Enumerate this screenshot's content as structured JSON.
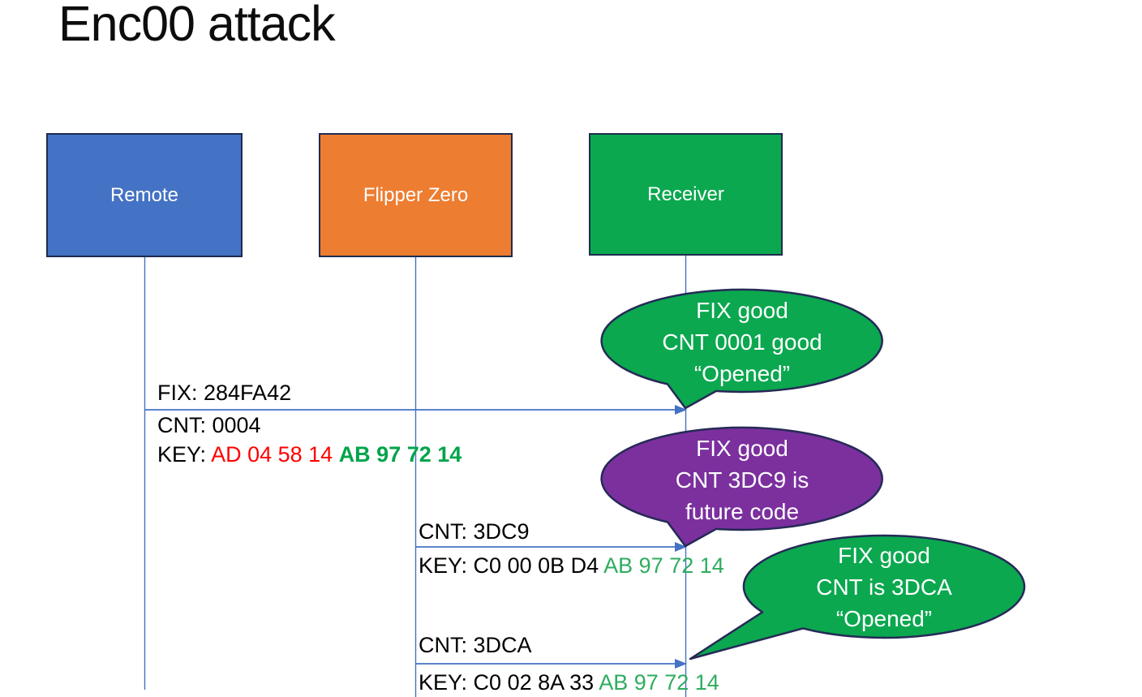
{
  "title": "Enc00 attack",
  "actors": [
    {
      "label": "Remote",
      "fill": "#4472C4"
    },
    {
      "label": "Flipper Zero",
      "fill": "#ED7D31"
    },
    {
      "label": "Receiver",
      "fill": "#0BA84F"
    }
  ],
  "messages": [
    {
      "fix": "FIX: 284FA42",
      "cnt": "CNT: 0004",
      "key_label": "KEY: ",
      "key_red": "AD 04 58 14 ",
      "key_green": "AB 97 72 14",
      "from": "Remote",
      "to": "Receiver"
    },
    {
      "cnt": "CNT: 3DC9",
      "key_label": "KEY: ",
      "key_black": "C0 00 0B D4 ",
      "key_green": "AB 97 72 14",
      "from": "Flipper Zero",
      "to": "Receiver"
    },
    {
      "cnt": "CNT: 3DCA",
      "key_label": "KEY: ",
      "key_black": "C0 02 8A 33 ",
      "key_green": "AB 97 72 14",
      "from": "Flipper Zero",
      "to": "Receiver"
    }
  ],
  "callouts": [
    {
      "fill": "#0BA84F",
      "lines": [
        "FIX good",
        "CNT 0001 good",
        "“Opened”"
      ]
    },
    {
      "fill": "#7B309E",
      "lines": [
        "FIX good",
        "CNT 3DC9 is",
        "future code"
      ]
    },
    {
      "fill": "#0BA84F",
      "lines": [
        "FIX good",
        "CNT is 3DCA",
        "“Opened”"
      ]
    }
  ],
  "colors": {
    "actor_border": "#1E2C50",
    "bubble_border": "#252A56",
    "line_blue": "#4472C4",
    "key_red": "#FF0000",
    "key_green_bold": "#00A44A",
    "key_green": "#2EAD5F",
    "title_text": "#0D0D0D"
  }
}
